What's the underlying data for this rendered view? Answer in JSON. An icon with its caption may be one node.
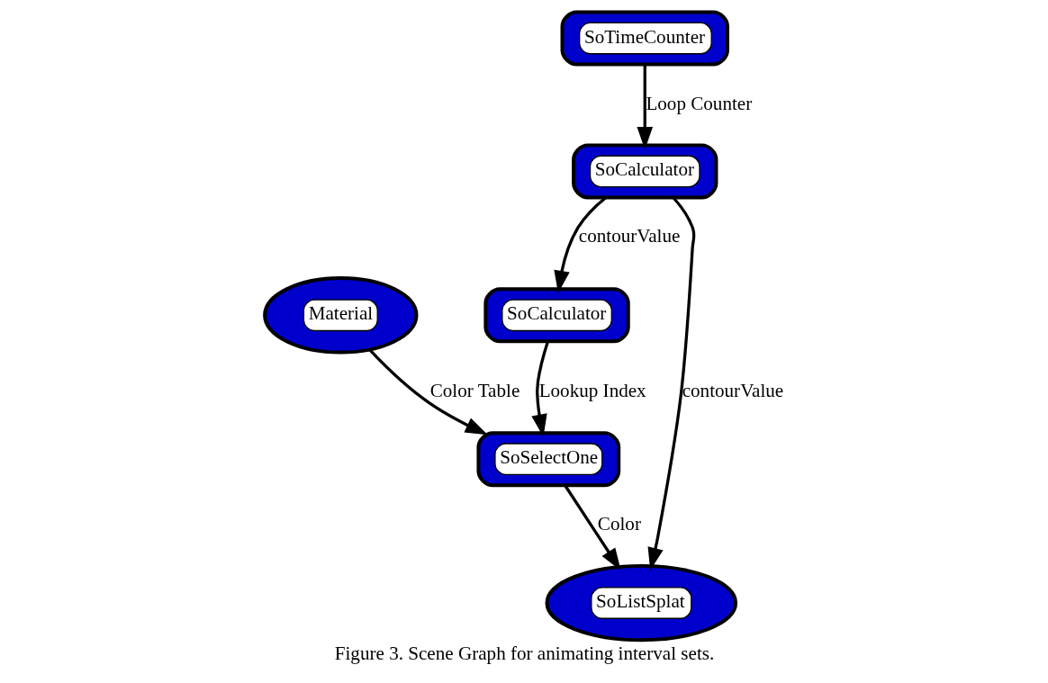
{
  "diagram": {
    "caption": "Figure 3. Scene Graph for animating interval sets.",
    "nodes": [
      {
        "text": [
          "Material"
        ]
      },
      {
        "text": [
          "SoSelectOne"
        ]
      },
      {
        "text": [
          "SoListSplat"
        ]
      },
      {
        "text": [
          "SoCalculator"
        ]
      },
      {
        "text": [
          "SoCalculator"
        ]
      },
      {
        "text": [
          "SoTimeCounter"
        ]
      }
    ],
    "edges": [
      {
        "from": 0,
        "to": 1,
        "arrow": "to",
        "label": "Color Table"
      },
      {
        "from": 1,
        "to": 2,
        "arrow": "to",
        "label": "Color"
      },
      {
        "from": 3,
        "to": 1,
        "arrow": "to",
        "label": "Lookup Index"
      },
      {
        "from": 4,
        "to": 3,
        "arrow": "to",
        "label": "contourValue"
      },
      {
        "from": 4,
        "to": 2,
        "arrow": "to",
        "label": "contourValue"
      },
      {
        "from": 5,
        "to": 4,
        "arrow": "to",
        "label": "Loop Counter"
      }
    ]
  }
}
